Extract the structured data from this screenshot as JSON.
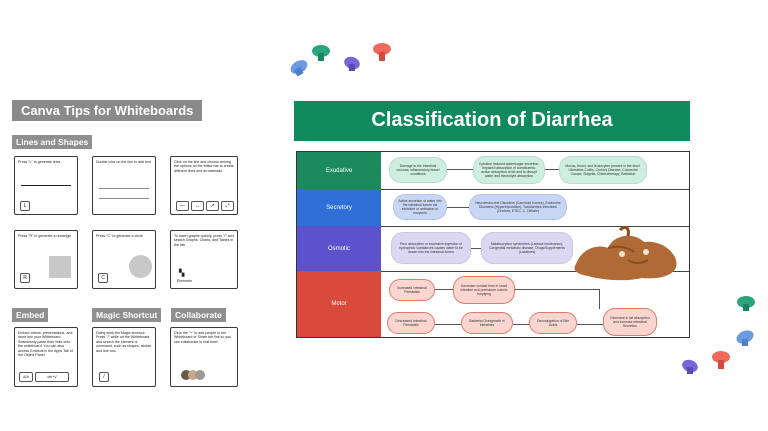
{
  "left_panel": {
    "title": "Canva Tips for Whiteboards",
    "sections": {
      "lines_shapes": "Lines and Shapes",
      "embed": "Embed",
      "magic_shortcut": "Magic Shortcut",
      "collaborate": "Collaborate"
    },
    "cards": {
      "line": "Press \"L\" to generate lines",
      "double_click": "Double click on the line to add text",
      "click_line": "Click on the line and choose among the options on the editor bar to create different lines and arrowheads",
      "rect": "Press \"R\" to generate a rectangle",
      "circle": "Press \"C\" to generate a circle",
      "graphs": "To insert graphs quickly, press \"/\" and search Graphs, Charts, and Tables in the tab",
      "embed": "Embed videos, presentations, and more into your Whiteboard. Seamlessly paste their links onto the whiteboard. You can also access Embeds in the Apps Tab of the Object Panel.",
      "magic": "Doing work the Magic shortcut: Press \"/\" while on the Whiteboard and search the element or command, such as shapes, sticker, and line tool.",
      "collab": "Click the \"+\" to add people to the Whiteboard or Share the link so you can collaborate in real time!"
    },
    "keys": {
      "line_key": "L",
      "rect_key": "R",
      "circle_key": "C",
      "embed_key_a": "A/A",
      "embed_key_b": "ctrl+V",
      "magic_key": "/",
      "graphs_label": "Elements"
    }
  },
  "board": {
    "title": "Classification of Diarrhea",
    "rows": [
      {
        "label": "Exudative",
        "color": "#1c8a5c"
      },
      {
        "label": "Secretory",
        "color": "#2f6fd6"
      },
      {
        "label": "Osmotic",
        "color": "#5b52cc"
      },
      {
        "label": "Motor",
        "color": "#d94a3a"
      }
    ],
    "nodes": {
      "ex1": "Damage to the intestinal mucosa; inflammatory bowel conditions",
      "ex2": "Cytokine induced water/sugar secretion, Impaired absorption of constituents; active absorption of fat and to disrupt water and electrolyte absorption",
      "ex3": "Mucus, blood, and leukocytes present in the stool. Ulcerative Colitis, Crohn's Disease, Colorectal Cancer, Shigella, Chemotherapy, Radiation",
      "se1": "Active secretion of water into the intestinal lumen via inhibition or activation of enzymes",
      "se2": "Neuroendocrine Disorders (Carcinoid tumors), Endocrine Disorders (Hyperthyroidism), Toxidiarrhea Infections (Cholera, ETEC, C. Difficile)",
      "os1": "Poor absorption or excessive ingestion of hydrophilic substances causes water to be drawn into the intestinal lumen",
      "os2": "Malabsorption syndromes (Lactose intolerance), Congenital metabolic disease, Drugs/Supplements (Laxatives)",
      "mo1": "Increased Intestinal Peristalsis",
      "mo2": "Decrease contact time in small intestine and premature colonic emptying",
      "mo3": "Decreased Intestinal Peristalsis",
      "mo4": "Bacterial Overgrowth in Intestines",
      "mo5": "Deconjugation of Bile Acids",
      "mo6": "Decrease in fat absorption and increase intestinal Secretion"
    }
  },
  "colors": {
    "title_bg": "#0e8a5c",
    "badge_bg": "#8a8a8a"
  },
  "icons": [
    "mushroom-sticker-icon",
    "poop-illustration-icon"
  ]
}
